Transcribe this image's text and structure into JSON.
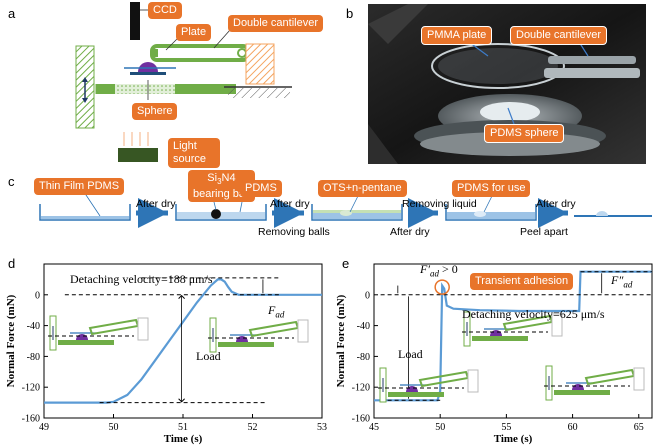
{
  "panels": {
    "a": {
      "letter": "a",
      "labels": {
        "ccd": "CCD",
        "plate": "Plate",
        "double_cantilever": "Double cantilever",
        "sphere": "Sphere",
        "light_source": "Light source"
      }
    },
    "b": {
      "letter": "b",
      "labels": {
        "pmma_plate": "PMMA plate",
        "double_cantilever": "Double cantilever",
        "pdms_sphere": "PDMS sphere"
      }
    },
    "c": {
      "letter": "c",
      "steps": {
        "thin_film": "Thin Film PDMS",
        "bearing_ball_line1_pre": "Si",
        "bearing_ball_line1_sub": "3",
        "bearing_ball_line1_mid": "N4",
        "bearing_ball_line2": "bearing ball",
        "pdms": "PDMS",
        "ots": "OTS+n-pentane",
        "pdms_for_use": "PDMS for use"
      },
      "arrows": {
        "after_dry_1": "After dry",
        "after_dry_2": "After dry",
        "removing_balls": "Removing balls",
        "removing_liquid": "Removing liquid",
        "after_dry_3": "After dry",
        "after_dry_4": "After dry",
        "peel_apart": "Peel apart"
      }
    },
    "d": {
      "letter": "d",
      "annotation_velocity": "Detaching velocity=188 μm/s",
      "annotation_fad": "F",
      "annotation_fad_sub": "ad",
      "annotation_load": "Load"
    },
    "e": {
      "letter": "e",
      "annotation_fad_prime": "F′",
      "annotation_fad_prime_sub": "ad",
      "annotation_fad_prime_cond": " > 0",
      "annotation_fad_dprime": "F″",
      "annotation_fad_dprime_sub": "ad",
      "annotation_transient": "Transient adhesion",
      "annotation_velocity": "Detaching velocity=625 μm/s",
      "annotation_load": "Load"
    }
  },
  "colors": {
    "accent_orange": "#e8742a",
    "curve_blue": "#5b9bd5",
    "substrate_green": "#70ad47",
    "sphere_purple": "#7030a0"
  },
  "chart_data": [
    {
      "type": "line",
      "panel": "d",
      "xlabel": "Time (s)",
      "ylabel": "Normal Force (mN)",
      "xlim": [
        49,
        53
      ],
      "ylim": [
        -160,
        40
      ],
      "xticks": [
        49,
        50,
        51,
        52,
        53
      ],
      "yticks": [
        -160,
        -120,
        -80,
        -40,
        0
      ],
      "series": [
        {
          "x": [
            49.0,
            49.9,
            50.0,
            50.2,
            50.4,
            50.6,
            50.8,
            51.0,
            51.2,
            51.4,
            51.5,
            51.55,
            51.6,
            51.65,
            51.7,
            51.8,
            52.0,
            53.0
          ],
          "y": [
            -140,
            -140,
            -139,
            -130,
            -110,
            -85,
            -60,
            -35,
            -10,
            12,
            20,
            20,
            17,
            10,
            4,
            0,
            0,
            0
          ]
        }
      ]
    },
    {
      "type": "line",
      "panel": "e",
      "xlabel": "Time (s)",
      "ylabel": "Normal Force (mN)",
      "xlim": [
        45,
        66
      ],
      "ylim": [
        -160,
        40
      ],
      "xticks": [
        45,
        50,
        55,
        60,
        65
      ],
      "yticks": [
        -160,
        -120,
        -80,
        -40,
        0
      ],
      "series": [
        {
          "x": [
            45.0,
            49.8,
            50.0,
            50.15,
            50.3,
            50.5,
            51.0,
            53.0,
            56.0,
            59.0,
            60.5,
            60.6,
            61.0,
            66.0
          ],
          "y": [
            -137,
            -137,
            -125,
            12,
            8,
            -14,
            -18,
            -20,
            -21,
            -21,
            -21,
            30,
            30,
            30
          ]
        }
      ]
    }
  ]
}
